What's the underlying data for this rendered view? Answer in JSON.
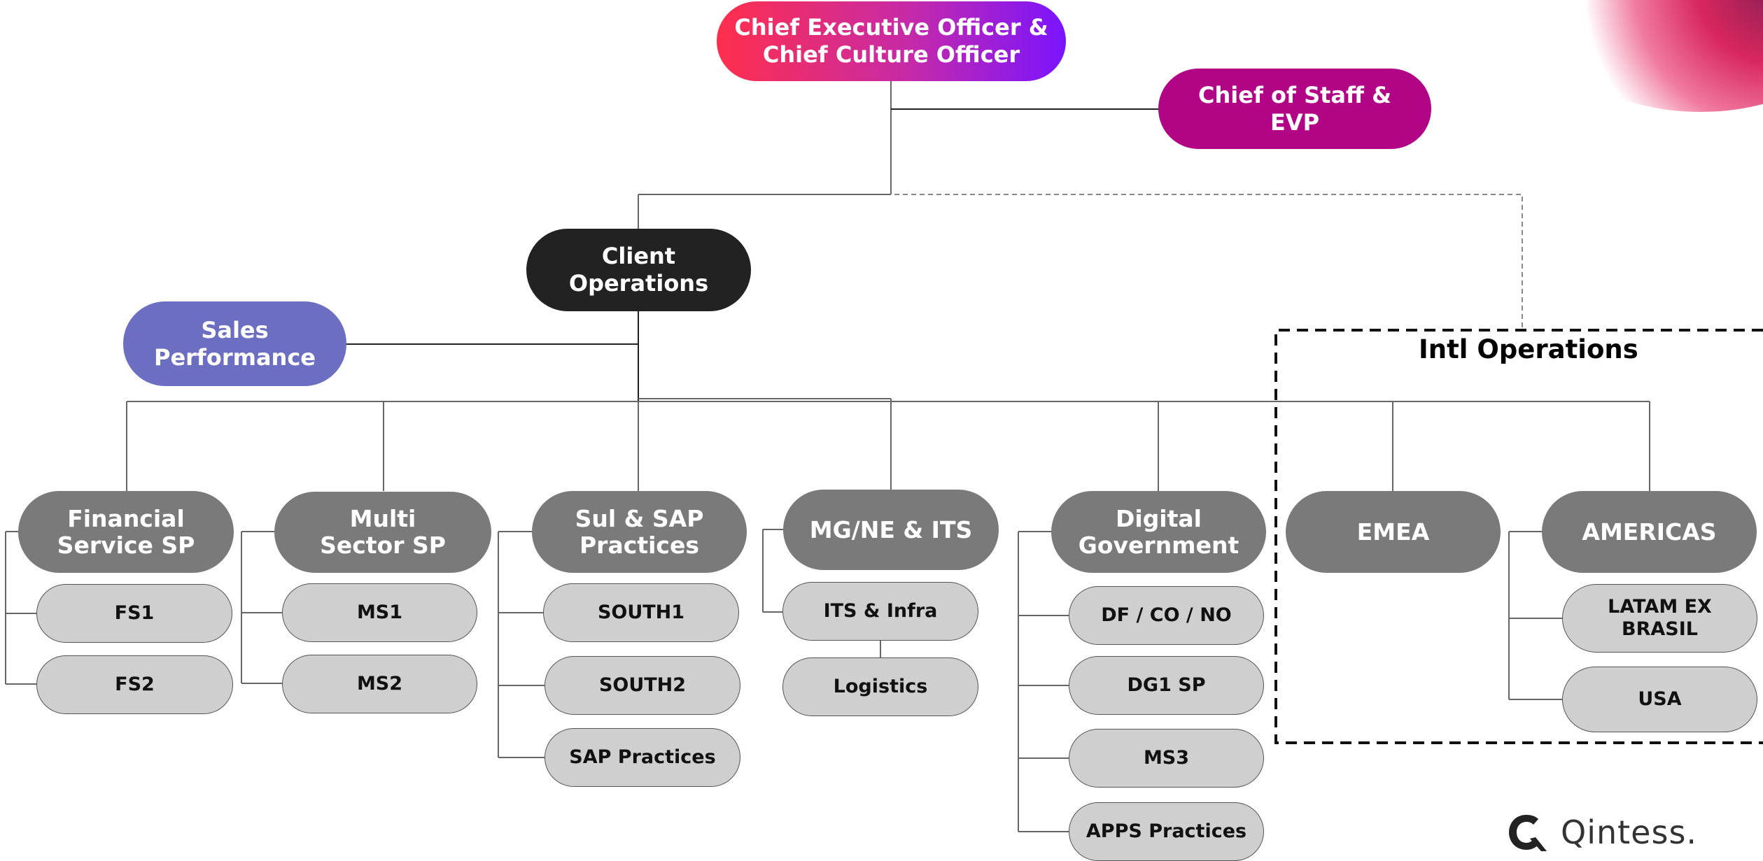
{
  "top": {
    "ceo": "Chief Executive Officer &\nChief Culture Officer",
    "chief_of_staff": "Chief of Staff &\nEVP"
  },
  "client_ops": "Client\nOperations",
  "sales": "Sales\nPerformance",
  "intl_title": "Intl Operations",
  "departments": [
    {
      "label": "Financial\nService SP",
      "subs": [
        "FS1",
        "FS2"
      ]
    },
    {
      "label": "Multi\nSector SP",
      "subs": [
        "MS1",
        "MS2"
      ]
    },
    {
      "label": "Sul & SAP\nPractices",
      "subs": [
        "SOUTH1",
        "SOUTH2",
        "SAP Practices"
      ]
    },
    {
      "label": "MG/NE & ITS",
      "subs": [
        "ITS & Infra",
        "Logistics"
      ]
    },
    {
      "label": "Digital\nGovernment",
      "subs": [
        "DF / CO / NO",
        "DG1 SP",
        "MS3",
        "APPS Practices"
      ]
    },
    {
      "label": "EMEA",
      "subs": []
    },
    {
      "label": "AMERICAS",
      "subs": [
        "LATAM EX\nBRASIL",
        "USA"
      ]
    }
  ],
  "logo": {
    "text": "Qintess.",
    "icon": "qintess-logo-icon"
  },
  "colors": {
    "ceo_start": "#ff2e4c",
    "ceo_end": "#7a14ff",
    "chief_of_staff": "#b20586",
    "client_ops": "#222222",
    "sales": "#6c6ec1",
    "department": "#7a7a7a",
    "sub": "#cfcfd0"
  }
}
